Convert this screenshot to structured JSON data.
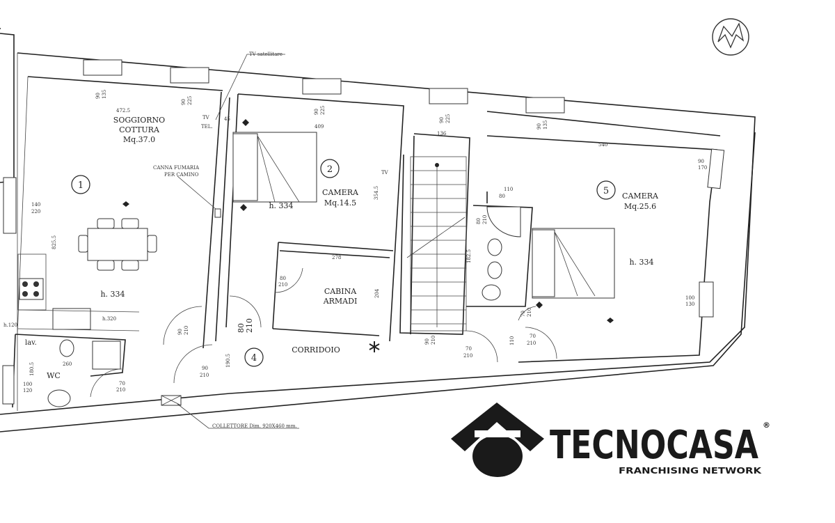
{
  "rooms": [
    {
      "number": "1",
      "name_line1": "SOGGIORNO",
      "name_line2": "COTTURA",
      "area": "Mq.37.0",
      "height": "h. 334"
    },
    {
      "number": "2",
      "name_line1": "CAMERA",
      "area": "Mq.14.5",
      "height": "h. 334"
    },
    {
      "name_line1": "CABINA",
      "name_line2": "ARMADI"
    },
    {
      "number": "4",
      "name_line1": "CORRIDOIO"
    },
    {
      "number": "5",
      "name_line1": "CAMERA",
      "area": "Mq.25.6",
      "height": "h. 334"
    },
    {
      "name_line1": "WC"
    }
  ],
  "annotations": {
    "tv_satellite": "TV satellitare",
    "tv": "TV",
    "tel": "TEL.",
    "canna_line1": "CANNA FUMARIA",
    "canna_line2": "PER CAMINO",
    "collettore": "COLLETTORE Dim. 920X460 mm.",
    "lav": "lav.",
    "h320": "h.320",
    "h120": "h.120",
    "tv2": "TV"
  },
  "dimensions": {
    "d1": "472.5",
    "d2": "45",
    "d3": "409",
    "d4": "136",
    "d5": "540",
    "d6": "278",
    "d7": "110",
    "d8": "80",
    "d9": "260",
    "d10": "825.5",
    "d11": "354.5",
    "w1_top": "90",
    "w1_bot": "135",
    "w2_top": "90",
    "w2_bot": "225",
    "w3_top": "90",
    "w3_bot": "225",
    "w4_top": "90",
    "w4_bot": "225",
    "w5_top": "90",
    "w5_bot": "135",
    "w6_top": "90",
    "w6_bot": "170",
    "w7_top": "140",
    "w7_bot": "220",
    "w8_top": "100",
    "w8_bot": "130",
    "w9_top": "100",
    "w9_bot": "120",
    "door_a_top": "80",
    "door_a_bot": "210",
    "door_b_top": "80",
    "door_b_bot": "210",
    "door_c_top": "90",
    "door_c_bot": "210",
    "door_d_top": "70",
    "door_d_bot": "210",
    "door_e_top": "90",
    "door_e_bot": "210",
    "door_f_top": "70",
    "door_f_bot": "210",
    "door_g_top": "70",
    "door_g_bot": "210",
    "door_h_top": "70",
    "door_h_bot": "210",
    "door_i_top": "80",
    "door_i_bot": "210",
    "stair_top": "90",
    "stair_bot": "210",
    "s1": "204",
    "s2": "182.5",
    "s3": "110",
    "s4": "190.5",
    "s5": "180.5"
  },
  "logo": {
    "brand": "TECNOCASA",
    "tagline": "FRANCHISING NETWORK",
    "mark": "®"
  },
  "icons": [
    "compass-icon",
    "tecnocasa-house-icon",
    "asterisk-icon"
  ]
}
